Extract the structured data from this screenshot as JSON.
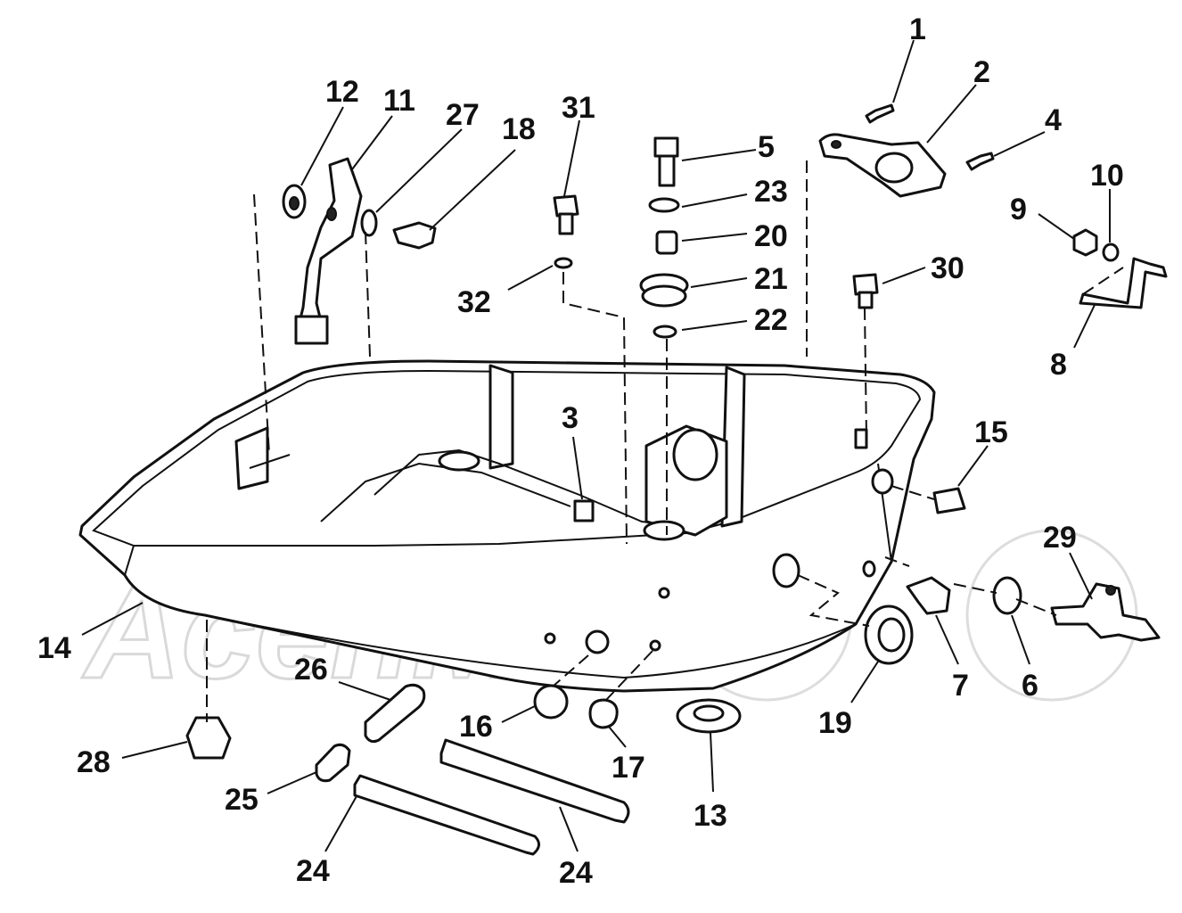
{
  "diagram": {
    "watermark": "AcehMoto",
    "callouts": [
      "1",
      "2",
      "3",
      "4",
      "5",
      "6",
      "7",
      "8",
      "9",
      "10",
      "11",
      "12",
      "13",
      "14",
      "15",
      "16",
      "17",
      "18",
      "19",
      "20",
      "21",
      "22",
      "23",
      "24",
      "24",
      "25",
      "26",
      "27",
      "28",
      "29",
      "30",
      "31",
      "32"
    ]
  }
}
